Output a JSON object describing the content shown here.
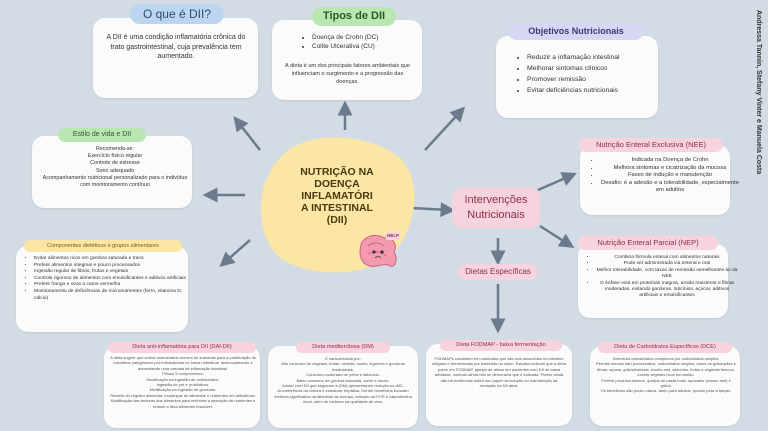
{
  "authors": "Andressa Tannin, Stefany Vinter e Manuela Costa",
  "center": {
    "title_lines": [
      "NUTRIÇÃO NA",
      "DOENÇA",
      "INFLAMATÓRI",
      "A INTESTINAL",
      "(DII)"
    ],
    "icon_text": "HELP"
  },
  "o_que_e": {
    "title": "O que é DII?",
    "body": "A DII é uma condição inflamatória crônica do trato gastrointestinal, cuja prevalência tem aumentado."
  },
  "tipos": {
    "title": "Tipos de DII",
    "items": [
      "Doença de Crohn (DC)",
      "Colite Ulcerativa (CU)"
    ],
    "body": "A dieta é um dos principais fatores ambientais que influenciam o surgimento e a progressão das doenças."
  },
  "objetivos": {
    "title": "Objetivos Nutricionais",
    "items": [
      "Reduzir a inflamação intestinal",
      "Melhorar sintomas clínicos",
      "Promover remissão",
      "Evitar deficiências nutricionais"
    ]
  },
  "estilo": {
    "title": "Estilo de vida e DII",
    "items": [
      "Recomenda-se:",
      "Exercício físico regular",
      "Controle de estresse",
      "Sono adequado",
      "Acompanhamento nutricional personalizado para o indivíduo com monitoramento contínuo"
    ]
  },
  "componentes": {
    "title": "Componentes dietéticos e grupos alimentares",
    "items": [
      "Evitar alimentos ricos em gordura saturada e trans",
      "Preferir alimentos integrais e pouco processados",
      "Ingestão regular de fibras, frutas e vegetais",
      "Controle rigoroso de alimentos com emulsificantes e aditivos artificiais",
      "Preferir frango e ovos a carne vermelha",
      "Monitoramento de deficiências de micronutrientes (ferro, vitamina D, cálcio)"
    ]
  },
  "intervencoes": {
    "title_lines": [
      "Intervenções",
      "Nutricionais"
    ]
  },
  "nee": {
    "title": "Nutrição Enteral Exclusiva (NEE)",
    "items": [
      "Indicada na Doença de Crohn",
      "Melhora sintomas e cicatrização da mucosa",
      "Fases de indução e manutenção",
      "Desafio: é a adesão e a tolerabilidade, especialmente em adultos"
    ]
  },
  "nep": {
    "title": "Nutrição Enteral Parcial (NEP)",
    "items": [
      "Combina fórmula enteral com alimentos naturais",
      "Pode ser administrada via enteral e oral",
      "Melhor tolerabilidade, com taxas de remissão semelhantes às da NEE",
      "O ênfase está em proteínas magras, amido resistente e fibras moderadas, evitando gorduras, laticínios, açúcar, aditivos artificiais e emulsificantes"
    ]
  },
  "dietas_especificas": {
    "title": "Dietas Específicas"
  },
  "dai": {
    "title": "Dieta anti-inflamatória para DII (DAI-DII)",
    "items": [
      "A dieta sugere que certos carboidratos servem de substrato para a proliferação de micróbios patogênicos pró-inflamatórios no lúmen intestinal, desencadeando e aumentando uma cascata de inflamação intestinal.",
      "Possui 5 componentes:",
      "Modificação na ingestão de carboidratos.",
      "Ingestão de pré e probióticos.",
      "Modificação na ingestão de gorduras.",
      "Revisão do registro alimentar, mudanças de alimentar e nutrientes em deficiência.",
      "Modificação das texturas dos alimentos para melhorar a absorção de nutrientes e reduzir a fibra alimentar insolúvel."
    ]
  },
  "dm": {
    "title": "Dieta mediterrânea (DM)",
    "items": [
      "É caracterizada por:",
      "Alto consumo de vegetais, frutas, cereais, nozes, legumes e gorduras insaturadas.",
      "Consumo moderado de peixe e laticínios.",
      "Baixo consumo de gordura saturada, carne e doces.",
      "Adotar com DII que seguiram a (DM) apresentaram redução no IMC, circunferência da cintura e esteatose hepática. Dentre benefícios incluíam melhora significativa da atividade da doença, redução da PCR e calprotectina fecal, além de melhora na qualidade de vida."
    ]
  },
  "fodmap": {
    "title": "Dieta FODMAP - baixa fermentação",
    "body": "FODMAPs consistem em moléculas que são mal absorvidas no intestino delgado e fermentadas por bactérias no cólon. Estudos indicam que a dieta pobre em FODMAP, apesar de aliviar em pacientes com DII de baixa atividade, contudo ainda não se demonstra que é indicada. Porém ainda não há evidências sobre seu papel na indução ou manutenção da remissão na DII ativa."
  },
  "dce": {
    "title": "Dieta de Carboidratos Específicos (DCE)",
    "items": [
      "Seleciona carboidratos complexos por carboidratos simples.",
      "Permite cereais não processados, carboidratos simples, todos os grãos/pães e fibras, açúcar, grãos/farinhas, exceto mel, laticínios, frutas e vegetais frescos, exceto vegetais ricos em amido.",
      "Prefere produtos lácteos, queijos de pasta mole, açúcares (exceto mel) e grãos.",
      "Os benefícios são pouco claros, tanto para adultos, quanto para crianças."
    ]
  },
  "colors": {
    "background": "#d3dbe4",
    "center_blob": "#fbe6a5",
    "arrow": "#6b7b8d"
  }
}
